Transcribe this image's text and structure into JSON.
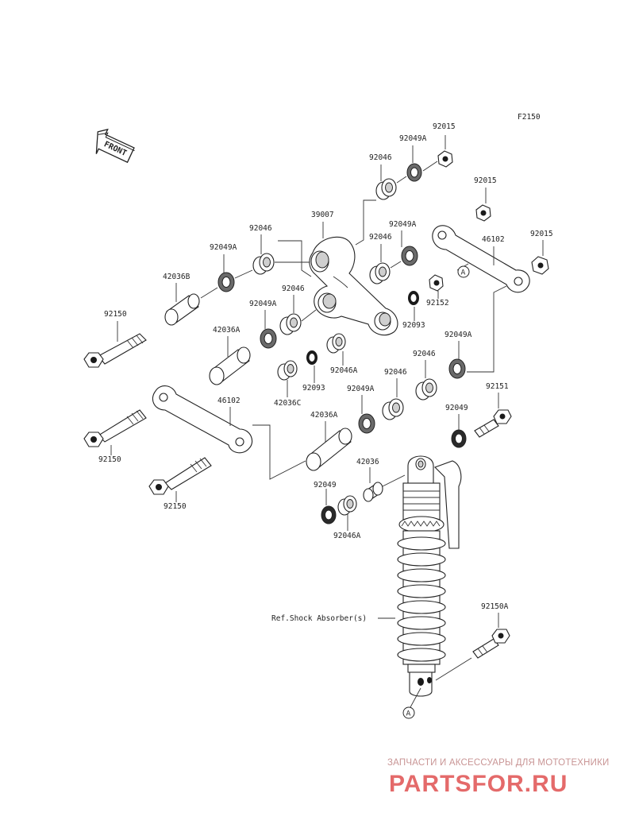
{
  "diagram_code": "F2150",
  "front_label": "FRONT",
  "ref_label": "Ref.Shock Absorber(s)",
  "callout_a": "A",
  "watermark": {
    "tagline": "ЗАПЧАСТИ И АКСЕССУАРЫ ДЛЯ МОТОТЕХНИКИ",
    "brand": "PARTSFOR.RU"
  },
  "parts": {
    "p92015_top": "92015",
    "p92049A_top": "92049A",
    "p92046_top": "92046",
    "p92015_mid": "92015",
    "p39007": "39007",
    "p92049A_r": "92049A",
    "p92015_r": "92015",
    "p46102_r": "46102",
    "p92046_l": "92046",
    "p92046_c": "92046",
    "p92049A_l": "92049A",
    "p42036B": "42036B",
    "p92046_m": "92046",
    "p92049A_m": "92049A",
    "p92150_1": "92150",
    "p92152": "92152",
    "p92093_r": "92093",
    "p42036A_l": "42036A",
    "p92049A_rr": "92049A",
    "p92046A_c": "92046A",
    "p92093_c": "92093",
    "p42036C": "42036C",
    "p92046_r1": "92046",
    "p92046_r2": "92046",
    "p92049A_c": "92049A",
    "p46102_l": "46102",
    "p92151": "92151",
    "p42036A_c": "42036A",
    "p92049_r": "92049",
    "p92150_2": "92150",
    "p42036": "42036",
    "p92049_c": "92049",
    "p92150_3": "92150",
    "p92046A_b": "92046A",
    "p92150A": "92150A"
  }
}
